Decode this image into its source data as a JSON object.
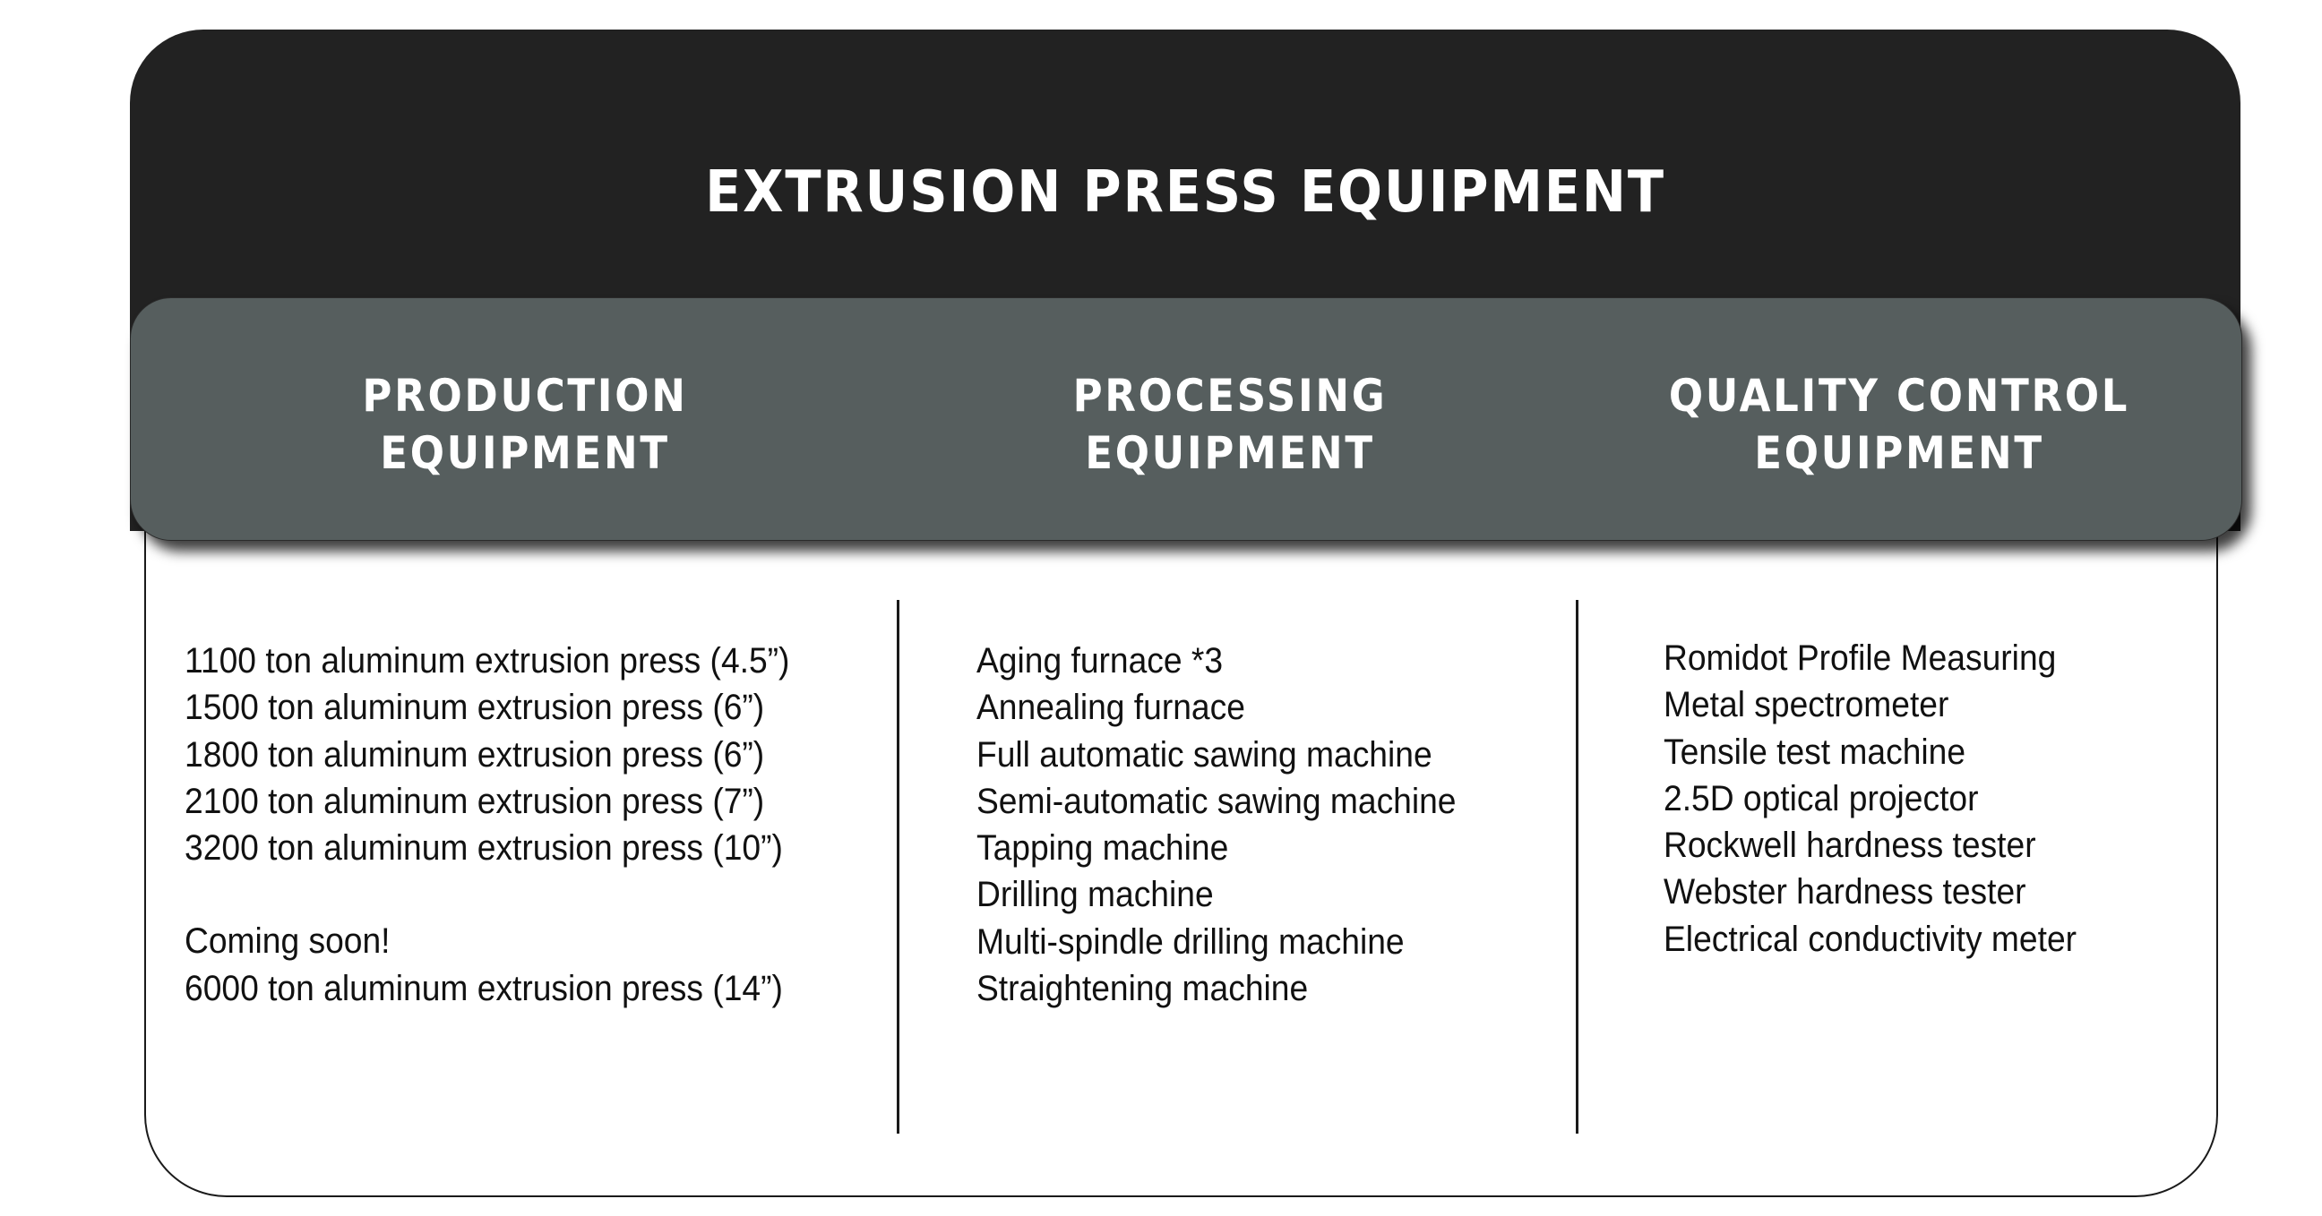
{
  "title": "EXTRUSION PRESS EQUIPMENT",
  "colors": {
    "header_bg": "#222222",
    "subheader_bg": "#565e5e",
    "text_light": "#ffffff",
    "text_dark": "#111111"
  },
  "columns": [
    {
      "heading_line1": "PRODUCTION",
      "heading_line2": "EQUIPMENT",
      "items": [
        "1100 ton aluminum extrusion press (4.5”)",
        "1500 ton aluminum extrusion press (6”)",
        "1800 ton aluminum extrusion press (6”)",
        "2100 ton aluminum extrusion press (7”)",
        "3200 ton aluminum extrusion press (10”)"
      ],
      "note": "Coming soon!",
      "upcoming": "6000 ton aluminum extrusion press (14”)"
    },
    {
      "heading_line1": "PROCESSING",
      "heading_line2": "EQUIPMENT",
      "items": [
        "Aging furnace *3",
        "Annealing furnace",
        "Full automatic sawing machine",
        "Semi-automatic sawing machine",
        "Tapping machine",
        "Drilling machine",
        "Multi-spindle drilling machine",
        "Straightening machine"
      ]
    },
    {
      "heading_line1": "QUALITY CONTROL",
      "heading_line2": "EQUIPMENT",
      "items": [
        "Romidot Profile Measuring",
        "Metal spectrometer",
        "Tensile test machine",
        "2.5D optical projector",
        "Rockwell hardness tester",
        "Webster hardness tester",
        "Electrical conductivity meter"
      ]
    }
  ]
}
